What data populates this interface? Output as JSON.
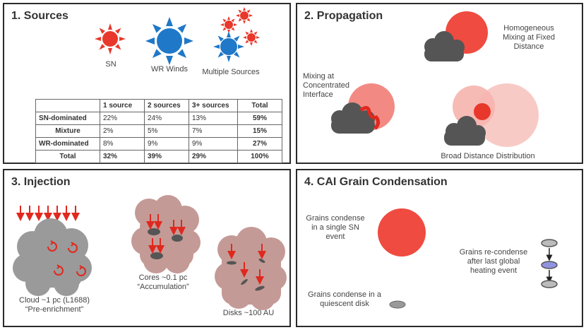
{
  "panels": {
    "p1": {
      "title": "1. Sources",
      "labels": {
        "sn": "SN",
        "wr": "WR Winds",
        "multi": "Multiple Sources"
      }
    },
    "p2": {
      "title": "2. Propagation",
      "labels": {
        "homog": "Homogeneous\nMixing at Fixed\nDistance",
        "mixing": "Mixing at\nConcentrated\nInterface",
        "broad": "Broad Distance Distribution"
      }
    },
    "p3": {
      "title": "3. Injection",
      "labels": {
        "cloud": "Cloud ~1 pc (L1688)\n“Pre-enrichment”",
        "cores": "Cores ~0.1 pc\n“Accumulation”",
        "disks": "Disks ~100 AU"
      }
    },
    "p4": {
      "title": "4. CAI Grain Condensation",
      "labels": {
        "single": "Grains condense\nin a single SN\nevent",
        "quiescent": "Grains condense in a\nquiescent disk",
        "recondense": "Grains re-condense\nafter last global\nheating event"
      }
    }
  },
  "table": {
    "columns": [
      "",
      "1 source",
      "2 sources",
      "3+ sources",
      "Total"
    ],
    "rows": [
      {
        "label": "SN-dominated",
        "values": [
          "22%",
          "24%",
          "13%"
        ],
        "total": "59%"
      },
      {
        "label": "Mixture",
        "values": [
          "2%",
          "5%",
          "7%"
        ],
        "total": "15%"
      },
      {
        "label": "WR-dominated",
        "values": [
          "8%",
          "9%",
          "9%"
        ],
        "total": "27%"
      },
      {
        "label": "Total",
        "values": [
          "32%",
          "39%",
          "29%"
        ],
        "total": "100%"
      }
    ]
  },
  "colors": {
    "sn": "#e8382b",
    "wr": "#1f78c8",
    "cloud": "#555555",
    "core": "#c49a96",
    "grayCloud": "#9a9a9a",
    "pink": "#f0a5a0",
    "lavender": "#8f93e0"
  }
}
